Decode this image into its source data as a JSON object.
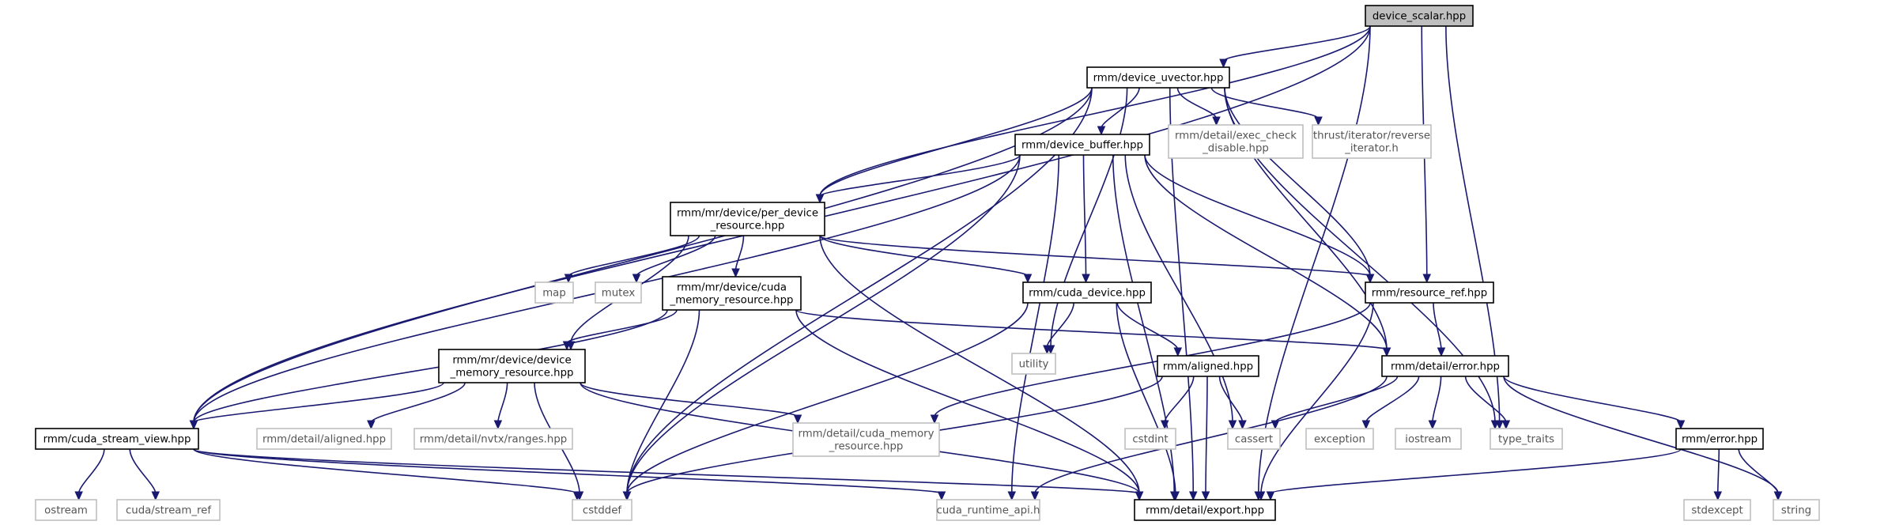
{
  "colors": {
    "edge": "#191970",
    "node_fill": "#ffffff",
    "node_stroke": "#000000",
    "external_stroke": "#bfbfbf",
    "root_fill": "#bfbfbf",
    "external_text": "#555555"
  },
  "nodes": [
    {
      "id": "device_scalar",
      "lines": [
        "device_scalar.hpp"
      ],
      "kind": "root"
    },
    {
      "id": "device_uvector",
      "lines": [
        "rmm/device_uvector.hpp"
      ],
      "kind": "header"
    },
    {
      "id": "per_device_resource",
      "lines": [
        "rmm/mr/device/per_device",
        "_resource.hpp"
      ],
      "kind": "header"
    },
    {
      "id": "cuda_stream_view",
      "lines": [
        "rmm/cuda_stream_view.hpp"
      ],
      "kind": "header"
    },
    {
      "id": "export",
      "lines": [
        "rmm/detail/export.hpp"
      ],
      "kind": "header"
    },
    {
      "id": "resource_ref",
      "lines": [
        "rmm/resource_ref.hpp"
      ],
      "kind": "header"
    },
    {
      "id": "type_traits",
      "lines": [
        "type_traits"
      ],
      "kind": "external"
    },
    {
      "id": "device_buffer",
      "lines": [
        "rmm/device_buffer.hpp"
      ],
      "kind": "header"
    },
    {
      "id": "exec_check",
      "lines": [
        "rmm/detail/exec_check",
        "_disable.hpp"
      ],
      "kind": "external"
    },
    {
      "id": "reverse_iterator",
      "lines": [
        "thrust/iterator/reverse",
        "_iterator.h"
      ],
      "kind": "external"
    },
    {
      "id": "detail_error",
      "lines": [
        "rmm/detail/error.hpp"
      ],
      "kind": "header"
    },
    {
      "id": "cstddef",
      "lines": [
        "cstddef"
      ],
      "kind": "external"
    },
    {
      "id": "utility",
      "lines": [
        "utility"
      ],
      "kind": "external"
    },
    {
      "id": "cuda_device",
      "lines": [
        "rmm/cuda_device.hpp"
      ],
      "kind": "header"
    },
    {
      "id": "cassert",
      "lines": [
        "cassert"
      ],
      "kind": "external"
    },
    {
      "id": "cuda_runtime_api",
      "lines": [
        "cuda_runtime_api.h"
      ],
      "kind": "external"
    },
    {
      "id": "cuda_memory_resource",
      "lines": [
        "rmm/mr/device/cuda",
        "_memory_resource.hpp"
      ],
      "kind": "header"
    },
    {
      "id": "device_memory_resource",
      "lines": [
        "rmm/mr/device/device",
        "_memory_resource.hpp"
      ],
      "kind": "header"
    },
    {
      "id": "map",
      "lines": [
        "map"
      ],
      "kind": "external"
    },
    {
      "id": "mutex",
      "lines": [
        "mutex"
      ],
      "kind": "external"
    },
    {
      "id": "aligned",
      "lines": [
        "rmm/aligned.hpp"
      ],
      "kind": "header"
    },
    {
      "id": "cstdint",
      "lines": [
        "cstdint"
      ],
      "kind": "external"
    },
    {
      "id": "detail_cuda_memory_resource",
      "lines": [
        "rmm/detail/cuda_memory",
        "_resource.hpp"
      ],
      "kind": "external"
    },
    {
      "id": "detail_aligned",
      "lines": [
        "rmm/detail/aligned.hpp"
      ],
      "kind": "external"
    },
    {
      "id": "nvtx_ranges",
      "lines": [
        "rmm/detail/nvtx/ranges.hpp"
      ],
      "kind": "external"
    },
    {
      "id": "ostream",
      "lines": [
        "ostream"
      ],
      "kind": "external"
    },
    {
      "id": "stream_ref",
      "lines": [
        "cuda/stream_ref"
      ],
      "kind": "external"
    },
    {
      "id": "rmm_error",
      "lines": [
        "rmm/error.hpp"
      ],
      "kind": "header"
    },
    {
      "id": "exception",
      "lines": [
        "exception"
      ],
      "kind": "external"
    },
    {
      "id": "iostream",
      "lines": [
        "iostream"
      ],
      "kind": "external"
    },
    {
      "id": "string",
      "lines": [
        "string"
      ],
      "kind": "external"
    },
    {
      "id": "stdexcept",
      "lines": [
        "stdexcept"
      ],
      "kind": "external"
    }
  ],
  "edges": [
    [
      "device_scalar",
      "device_uvector"
    ],
    [
      "device_scalar",
      "per_device_resource"
    ],
    [
      "device_scalar",
      "cuda_stream_view"
    ],
    [
      "device_scalar",
      "export"
    ],
    [
      "device_scalar",
      "resource_ref"
    ],
    [
      "device_scalar",
      "type_traits"
    ],
    [
      "device_uvector",
      "device_buffer"
    ],
    [
      "device_uvector",
      "exec_check"
    ],
    [
      "device_uvector",
      "reverse_iterator"
    ],
    [
      "device_uvector",
      "per_device_resource"
    ],
    [
      "device_uvector",
      "cuda_stream_view"
    ],
    [
      "device_uvector",
      "cstddef"
    ],
    [
      "device_uvector",
      "utility"
    ],
    [
      "device_uvector",
      "export"
    ],
    [
      "device_uvector",
      "detail_error"
    ],
    [
      "device_uvector",
      "resource_ref"
    ],
    [
      "device_uvector",
      "type_traits"
    ],
    [
      "device_buffer",
      "per_device_resource"
    ],
    [
      "device_buffer",
      "cuda_device"
    ],
    [
      "device_buffer",
      "cuda_stream_view"
    ],
    [
      "device_buffer",
      "cstddef"
    ],
    [
      "device_buffer",
      "cuda_runtime_api"
    ],
    [
      "device_buffer",
      "cassert"
    ],
    [
      "device_buffer",
      "detail_error"
    ],
    [
      "device_buffer",
      "resource_ref"
    ],
    [
      "device_buffer",
      "export"
    ],
    [
      "per_device_resource",
      "map"
    ],
    [
      "per_device_resource",
      "mutex"
    ],
    [
      "per_device_resource",
      "cuda_memory_resource"
    ],
    [
      "per_device_resource",
      "device_memory_resource"
    ],
    [
      "per_device_resource",
      "cuda_device"
    ],
    [
      "per_device_resource",
      "resource_ref"
    ],
    [
      "per_device_resource",
      "export"
    ],
    [
      "cuda_memory_resource",
      "device_memory_resource"
    ],
    [
      "cuda_memory_resource",
      "cuda_stream_view"
    ],
    [
      "cuda_memory_resource",
      "cstddef"
    ],
    [
      "cuda_memory_resource",
      "detail_error"
    ],
    [
      "cuda_memory_resource",
      "export"
    ],
    [
      "cuda_device",
      "utility"
    ],
    [
      "cuda_device",
      "aligned"
    ],
    [
      "cuda_device",
      "cstddef"
    ],
    [
      "cuda_device",
      "export"
    ],
    [
      "resource_ref",
      "detail_error"
    ],
    [
      "resource_ref",
      "detail_cuda_memory_resource"
    ],
    [
      "resource_ref",
      "export"
    ],
    [
      "device_memory_resource",
      "cuda_stream_view"
    ],
    [
      "device_memory_resource",
      "detail_aligned"
    ],
    [
      "device_memory_resource",
      "nvtx_ranges"
    ],
    [
      "device_memory_resource",
      "detail_cuda_memory_resource"
    ],
    [
      "device_memory_resource",
      "cstddef"
    ],
    [
      "device_memory_resource",
      "export"
    ],
    [
      "aligned",
      "cstdint"
    ],
    [
      "aligned",
      "cassert"
    ],
    [
      "aligned",
      "cstddef"
    ],
    [
      "aligned",
      "export"
    ],
    [
      "detail_error",
      "cassert"
    ],
    [
      "detail_error",
      "exception"
    ],
    [
      "detail_error",
      "iostream"
    ],
    [
      "detail_error",
      "rmm_error"
    ],
    [
      "detail_error",
      "string"
    ],
    [
      "detail_error",
      "type_traits"
    ],
    [
      "detail_error",
      "cuda_runtime_api"
    ],
    [
      "cuda_stream_view",
      "ostream"
    ],
    [
      "cuda_stream_view",
      "stream_ref"
    ],
    [
      "cuda_stream_view",
      "cstddef"
    ],
    [
      "cuda_stream_view",
      "cuda_runtime_api"
    ],
    [
      "cuda_stream_view",
      "export"
    ],
    [
      "rmm_error",
      "stdexcept"
    ],
    [
      "rmm_error",
      "string"
    ],
    [
      "rmm_error",
      "export"
    ]
  ]
}
